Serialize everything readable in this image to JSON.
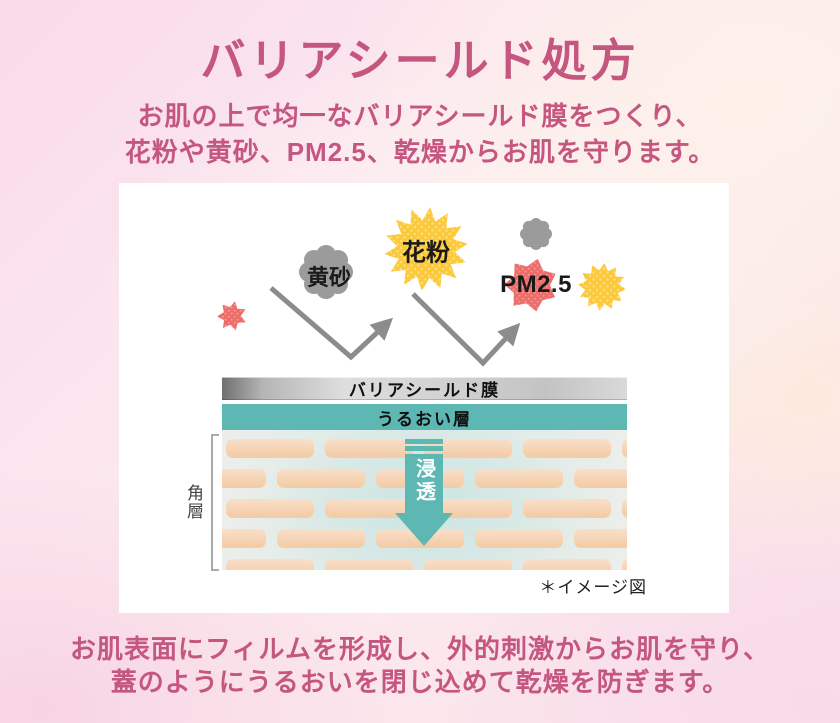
{
  "header": {
    "title": "バリアシールド処方",
    "subtitle_line1": "お肌の上で均一なバリアシールド膜をつくり、",
    "subtitle_line2": "花粉や黄砂、PM2.5、乾燥からお肌を守ります。"
  },
  "diagram": {
    "labels": {
      "kosa": "黄砂",
      "kafun": "花粉",
      "pm25": "PM2.5",
      "stratum": "角層",
      "penetration": "浸透"
    },
    "layers": {
      "barrier": "バリアシールド膜",
      "moisture": "うるおい層"
    },
    "note": "＊イメージ図",
    "icons": {
      "yellow-sand-cloud-icon": "gray scalloped cloud",
      "fine-dust-cloud-icon": "small gray scalloped cloud",
      "pollen-burst-icon": "yellow halftone starburst",
      "pollen-burst-small-icon": "small yellow halftone starburst",
      "pm25-burst-icon": "red starburst",
      "dust-particle-icon": "small red star",
      "deflect-arrow-icon": "gray V-shaped bounce arrow",
      "penetration-arrow-icon": "teal downward arrow"
    },
    "colors": {
      "accent_pink": "#c4567f",
      "dust_gray": "#9b9b9b",
      "pollen_yellow": "#fbc93a",
      "pollen_dot": "#fddf85",
      "pm_red": "#ed6d6b",
      "pm_dot": "#f29a92",
      "teal": "#5db7b2",
      "brick_peach": "#f4cda8",
      "film_gray": "#c9c9c9",
      "arrow_gray": "#8c8c8c"
    }
  },
  "footer": {
    "line1": "お肌表面にフィルムを形成し、外的刺激からお肌を守り、",
    "line2": "蓋のようにうるおいを閉じ込めて乾燥を防ぎます。"
  }
}
